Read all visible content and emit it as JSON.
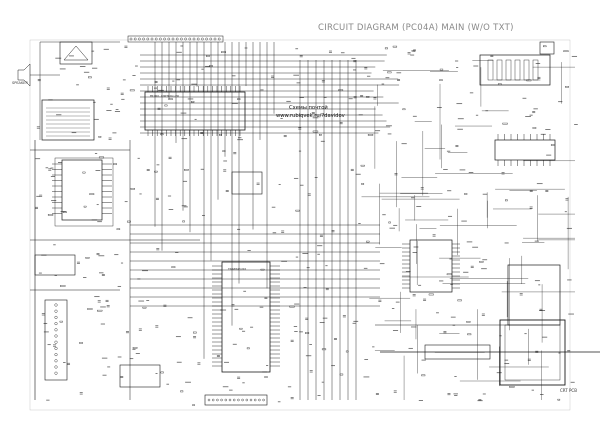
{
  "diagram": {
    "title": "CIRCUIT DIAGRAM (PC04A) MAIN (W/O TXT)",
    "watermark_line1": "Схемы почтой",
    "watermark_line2": "www.rubiqvek.ru/?davidov",
    "speaker_label": "SPEAKER",
    "crt_label": "CRT PCB",
    "main_ic_labels": [
      "MICRO-CONTROLLER",
      "TDA8843/N2"
    ]
  },
  "colors": {
    "background": "#ffffff",
    "ink": "#1a1a1a",
    "title_gray": "#888888"
  }
}
